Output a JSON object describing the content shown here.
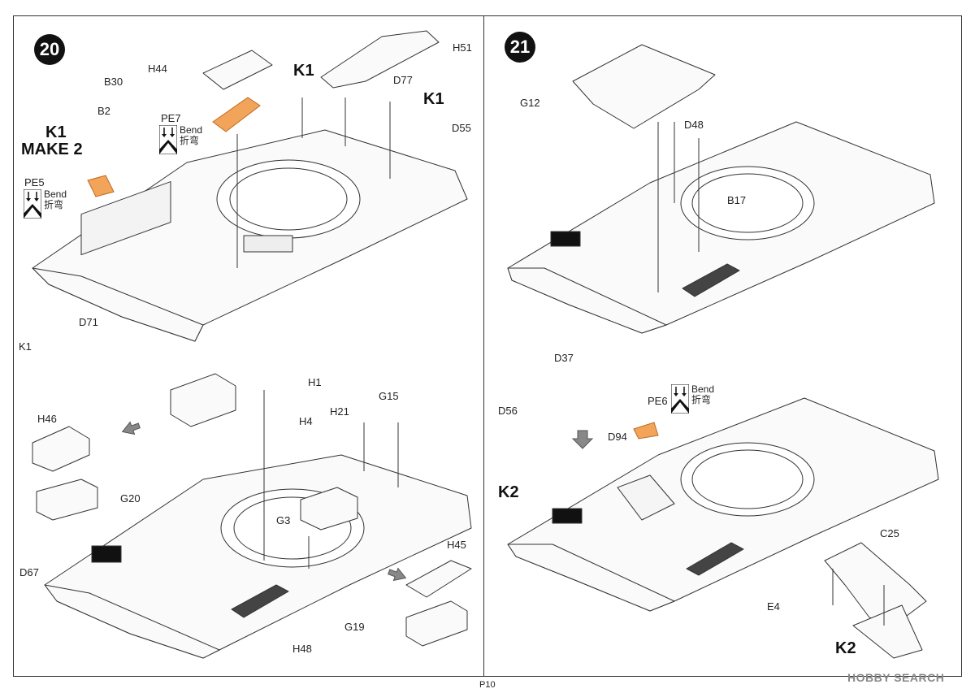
{
  "page": {
    "number": "P10"
  },
  "steps": [
    {
      "number": "20"
    },
    {
      "number": "21"
    }
  ],
  "step20": {
    "labels": {
      "h44": "H44",
      "h51": "H51",
      "b30": "B30",
      "b2": "B2",
      "k1_note": "K1",
      "make2": "MAKE 2",
      "pe7": "PE7",
      "pe5": "PE5",
      "k1_a": "K1",
      "d77": "D77",
      "k1_b": "K1",
      "d55": "D55",
      "d71": "D71",
      "k1_small": "K1",
      "h1": "H1",
      "h4": "H4",
      "h21": "H21",
      "g15": "G15",
      "h46": "H46",
      "g20": "G20",
      "g3": "G3",
      "d67": "D67",
      "h45": "H45",
      "g19": "G19",
      "h48": "H48"
    },
    "bend_pe7": {
      "en": "Bend",
      "cn": "折弯"
    },
    "bend_pe5": {
      "en": "Bend",
      "cn": "折弯"
    }
  },
  "step21": {
    "labels": {
      "g12": "G12",
      "d48": "D48",
      "b17": "B17",
      "d37": "D37",
      "d56": "D56",
      "pe6": "PE6",
      "d94": "D94",
      "k2_a": "K2",
      "c25": "C25",
      "e4": "E4",
      "k2_b": "K2"
    },
    "bend_pe6": {
      "en": "Bend",
      "cn": "折弯"
    }
  },
  "watermark": "HOBBY SEARCH",
  "colors": {
    "photoetch": "#f2a55a",
    "line": "#333333"
  }
}
